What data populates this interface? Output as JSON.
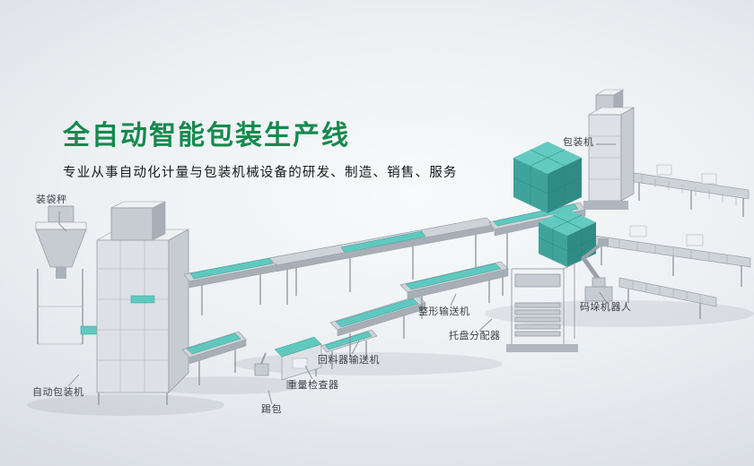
{
  "hero": {
    "title": "全自动智能包装生产线",
    "subtitle": "专业从事自动化计量与包装机械设备的研发、制造、销售、服务"
  },
  "labels": {
    "bagging_scale": "装袋秤",
    "packaging_machine": "包装机",
    "shaping_conveyor": "整形输送机",
    "palletizing_robot": "码垛机器人",
    "pallet_distributor": "托盘分配器",
    "return_conveyor": "回料器输送机",
    "weight_checker": "重量检查器",
    "kick_bag": "踢包",
    "auto_packaging_machine": "自动包装机"
  },
  "colors": {
    "title_green": "#17894e",
    "conveyor_teal": "#5fc9c0",
    "box_teal_top": "#63cac1",
    "machine_gray": "#ced3d8"
  }
}
